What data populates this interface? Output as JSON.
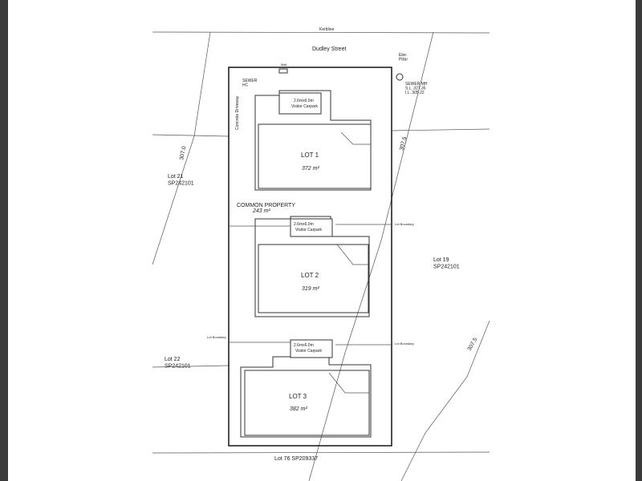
{
  "colors": {
    "page": "#ffffff",
    "border": "#3a3a3a",
    "line": "#333333"
  },
  "plan": {
    "street": "Dudley Street",
    "kerbline": "Kerbline",
    "mail": "Mail",
    "elec_pillar": "Elec\nPillar",
    "sewer_hc": "SEWER\nHC",
    "sewer_mh": "SEWER MH\nS.L. 327.35\nI.L. 305.22",
    "concrete_driveway": "Concrete Driveway",
    "common_property": "COMMON PROPERTY",
    "common_property_area": "243 m²",
    "lot_boundary": "Lot Boundary",
    "lots": [
      {
        "name": "LOT 1",
        "area": "372 m²"
      },
      {
        "name": "LOT 2",
        "area": "319 m²"
      },
      {
        "name": "LOT 3",
        "area": "382 m²"
      }
    ],
    "carpark_size": "2.6mx6.0m",
    "carpark_label": "Visitor Carpark",
    "neighbours": {
      "lot21": "Lot 21\nSP242101",
      "lot22": "Lot 22\nSP242101",
      "lot19": "Lot 19\nSP242101",
      "lot76": "Lot 76 SP209337"
    },
    "contours": [
      "307.0",
      "307.5",
      "307.5"
    ]
  }
}
